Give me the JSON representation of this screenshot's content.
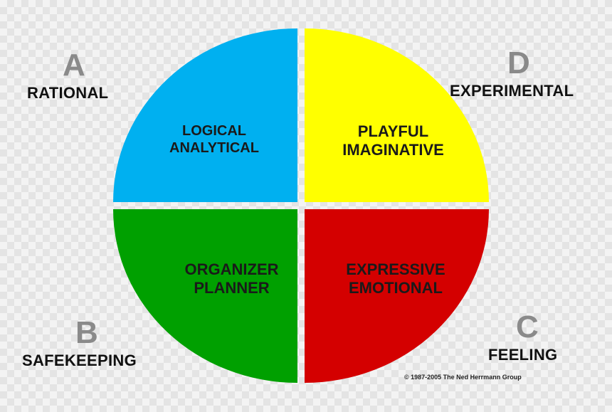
{
  "diagram": {
    "colors": {
      "a": "#00b0f0",
      "b": "#00a000",
      "c": "#d40000",
      "d": "#ffff00",
      "letters": "#8a8a8a"
    },
    "quadrants": {
      "a": {
        "letter": "A",
        "name": "RATIONAL",
        "line1": "LOGICAL",
        "line2": "ANALYTICAL"
      },
      "b": {
        "letter": "B",
        "name": "SAFEKEEPING",
        "line1": "ORGANIZER",
        "line2": "PLANNER"
      },
      "c": {
        "letter": "C",
        "name": "FEELING",
        "line1": "EXPRESSIVE",
        "line2": "EMOTIONAL"
      },
      "d": {
        "letter": "D",
        "name": "EXPERIMENTAL",
        "line1": "PLAYFUL",
        "line2": "IMAGINATIVE"
      }
    },
    "copyright": "© 1987-2005  The Ned Herrmann Group"
  }
}
